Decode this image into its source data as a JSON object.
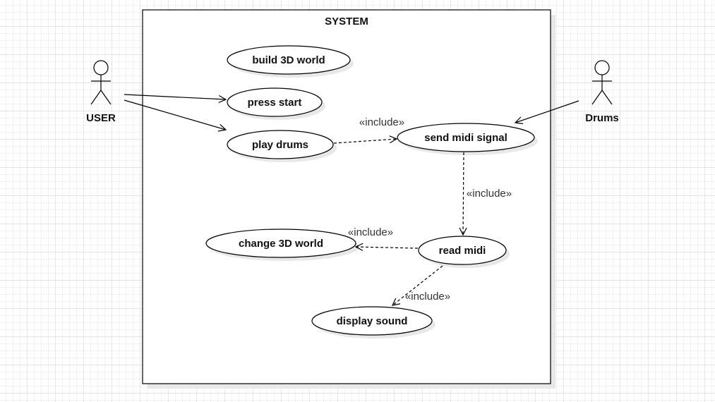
{
  "system": {
    "title": "SYSTEM"
  },
  "actors": {
    "user": "USER",
    "drums": "Drums"
  },
  "use_cases": {
    "build_3d_world": "build 3D world",
    "press_start": "press start",
    "play_drums": "play drums",
    "send_midi_signal": "send midi signal",
    "change_3d_world": "change 3D world",
    "read_midi": "read midi",
    "display_sound": "display sound"
  },
  "stereotypes": {
    "play_to_send": "«include»",
    "send_to_read": "«include»",
    "read_to_change": "«include»",
    "read_to_display": "«include»"
  },
  "colors": {
    "stroke": "#000000",
    "shadow": "#e6e6e6",
    "grid": "#e4e4e4"
  }
}
